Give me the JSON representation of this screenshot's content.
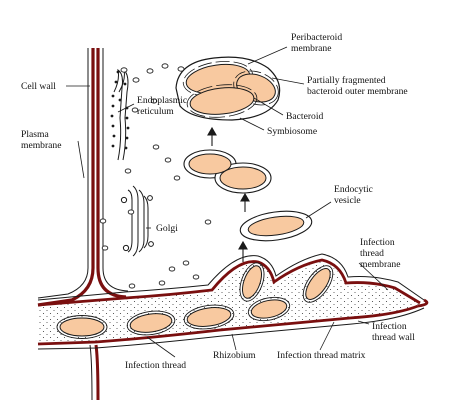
{
  "colors": {
    "cell_wall": "#7a0f0f",
    "bacteroid_fill": "#f8c9a0",
    "outline": "#1a1a1a",
    "background": "#ffffff"
  },
  "labels": {
    "cell_wall": "Cell wall",
    "plasma_membrane_1": "Plasma",
    "plasma_membrane_2": "membrane",
    "endoplasmic_reticulum_1": "Endoplasmic",
    "endoplasmic_reticulum_2": "reticulum",
    "golgi": "Golgi",
    "peribacteroid_1": "Peribacteroid",
    "peribacteroid_2": "membrane",
    "fragmented_1": "Partially fragmented",
    "fragmented_2": "bacteroid outer membrane",
    "bacteroid": "Bacteroid",
    "symbiosome": "Symbiosome",
    "endocytic_1": "Endocytic",
    "endocytic_2": "vesicle",
    "it_membrane_1": "Infection",
    "it_membrane_2": "thread",
    "it_membrane_3": "membrane",
    "it_wall_1": "Infection",
    "it_wall_2": "thread wall",
    "infection_thread": "Infection thread",
    "rhizobium": "Rhizobium",
    "it_matrix": "Infection thread matrix"
  }
}
